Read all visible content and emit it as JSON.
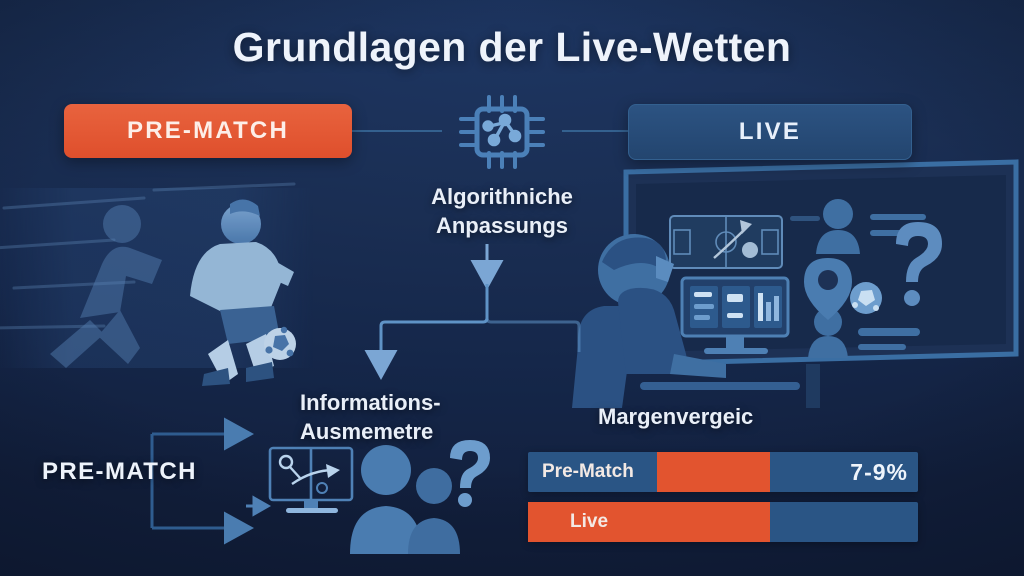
{
  "page": {
    "title": "Grundlagen der Live-Wetten",
    "background_color": "#16294b",
    "accent_orange": "#e2542f",
    "accent_blue": "#2a5585",
    "text_color": "#eef3fb"
  },
  "flow": {
    "pill_left_label": "PRE-MATCH",
    "pill_right_label": "LIVE",
    "chip_icon": "cpu-chip-network-icon",
    "chip_caption_line1": "Algorithniche",
    "chip_caption_line2": "Anpassungs"
  },
  "sections": {
    "info_caption_line1": "Informations-",
    "info_caption_line2": "Ausmemetre",
    "prematch_label": "PRE-MATCH",
    "margin_caption": "Margenvergeic"
  },
  "chart_data": {
    "type": "bar",
    "title": "Margenvergeic",
    "orientation": "horizontal",
    "categories": [
      "Pre-Match",
      "Live"
    ],
    "values": [
      8,
      14
    ],
    "value_labels": [
      "7-9%",
      ""
    ],
    "series": [
      {
        "name": "Marge",
        "values": [
          8,
          14
        ]
      }
    ],
    "bars": [
      {
        "label": "Pre-Match",
        "value_label": "7-9%",
        "fill_start_pct": 33,
        "fill_end_pct": 62,
        "track_color": "#2a5585",
        "fill_color": "#e2542f",
        "label_inside": true
      },
      {
        "label": "Live",
        "value_label": "",
        "fill_start_pct": 0,
        "fill_end_pct": 62,
        "track_color": "#2a5585",
        "fill_color": "#e2542f",
        "label_inside": true
      }
    ],
    "xlabel": "",
    "ylabel": "",
    "grid": false,
    "legend": false
  },
  "illustrations": {
    "players": "soccer-players-silhouette-illustration",
    "desk": "analyst-watching-screen-illustration",
    "info": "monitor-people-question-illustration"
  }
}
